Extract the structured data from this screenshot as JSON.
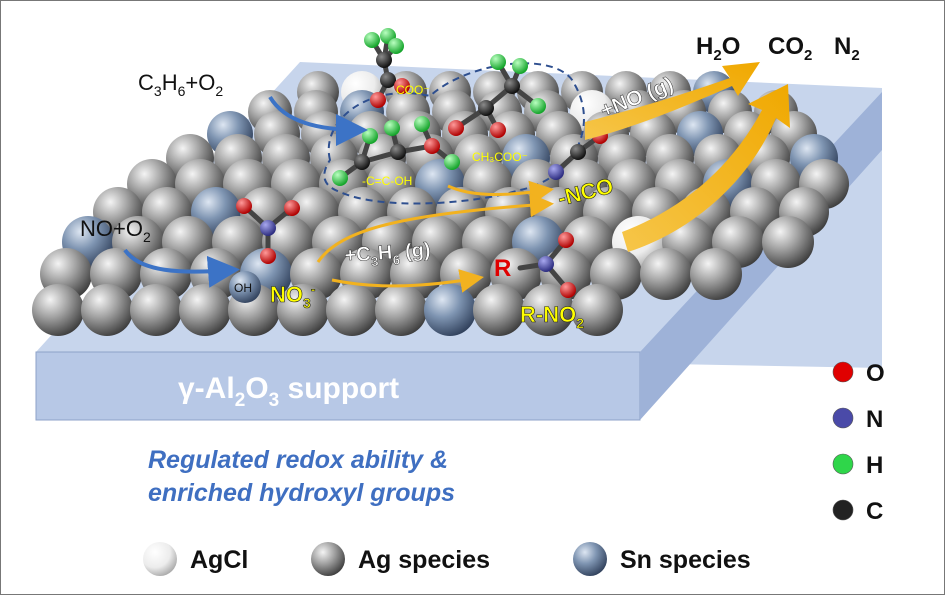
{
  "products": {
    "h2o": "H",
    "h2o_sub": "2",
    "h2o_end": "O",
    "co2": "CO",
    "co2_sub": "2",
    "n2": "N",
    "n2_sub": "2"
  },
  "reactants": {
    "c3h6_o2": {
      "a": "C",
      "a_sub": "3",
      "b": "H",
      "b_sub": "6",
      "c": "+O",
      "c_sub": "2"
    },
    "no_o2": {
      "a": "NO+O",
      "a_sub": "2"
    }
  },
  "surface_labels": {
    "coo": "COO⁻",
    "enol": "-C=C-OH",
    "acetate": "CH₃COO⁻",
    "nco": "-NCO",
    "no_gas": "+NO (g)",
    "c3h6_gas_a": "+C",
    "c3h6_gas_a_sub": "3",
    "c3h6_gas_b": "H",
    "c3h6_gas_b_sub": "6",
    "c3h6_gas_c": " (g)",
    "oh": "OH",
    "nitrate": "NO",
    "nitrate_sub": "3",
    "nitrate_sup": "-",
    "r": "R",
    "r_no2": "R-NO",
    "r_no2_sub": "2"
  },
  "support": {
    "a": "γ-Al",
    "a_sub": "2",
    "b": "O",
    "b_sub": "3",
    "c": " support"
  },
  "caption": {
    "line1": "Regulated redox ability &",
    "line2": "enriched hydroxyl groups"
  },
  "atom_legend": [
    {
      "label": "O",
      "color": "#e00000"
    },
    {
      "label": "N",
      "color": "#4a4aa8"
    },
    {
      "label": "H",
      "color": "#2fd64a"
    },
    {
      "label": "C",
      "color": "#222222"
    }
  ],
  "species_legend": [
    {
      "label": "AgCl",
      "kind": "agcl"
    },
    {
      "label": "Ag species",
      "kind": "ag"
    },
    {
      "label": "Sn species",
      "kind": "sn"
    }
  ],
  "colors": {
    "support": "#b9c9e6",
    "arrow_orange": "#f2b21f",
    "arrow_blue": "#3c73c6",
    "label_yellow": "#ffff00",
    "caption_blue": "#3f6fc1",
    "r_red": "#e00000"
  }
}
